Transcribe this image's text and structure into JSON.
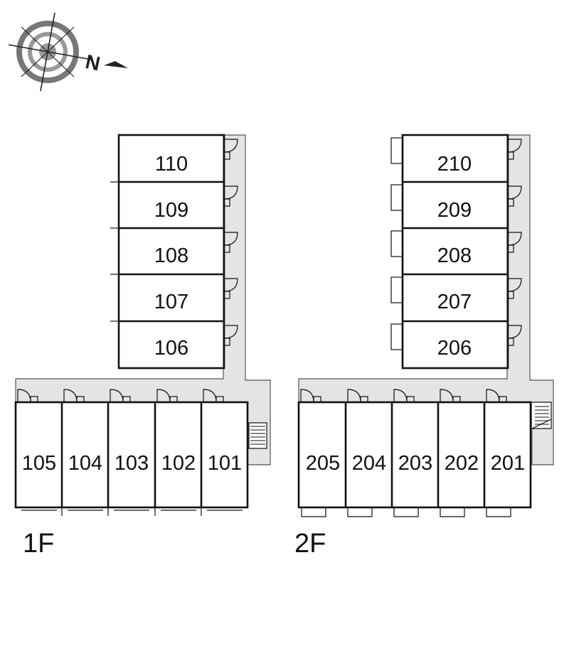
{
  "compass": {
    "icon": "compass-rose-icon",
    "north_letter": "N"
  },
  "floors": [
    {
      "label": "1F",
      "units_vertical": [
        "110",
        "109",
        "108",
        "107",
        "106"
      ],
      "units_row": [
        "105",
        "104",
        "103",
        "102",
        "101"
      ]
    },
    {
      "label": "2F",
      "units_vertical": [
        "210",
        "209",
        "208",
        "207",
        "206"
      ],
      "units_row": [
        "205",
        "204",
        "203",
        "202",
        "201"
      ]
    }
  ],
  "colors": {
    "wall": "#111111",
    "corridor": "#e4e4e4"
  }
}
